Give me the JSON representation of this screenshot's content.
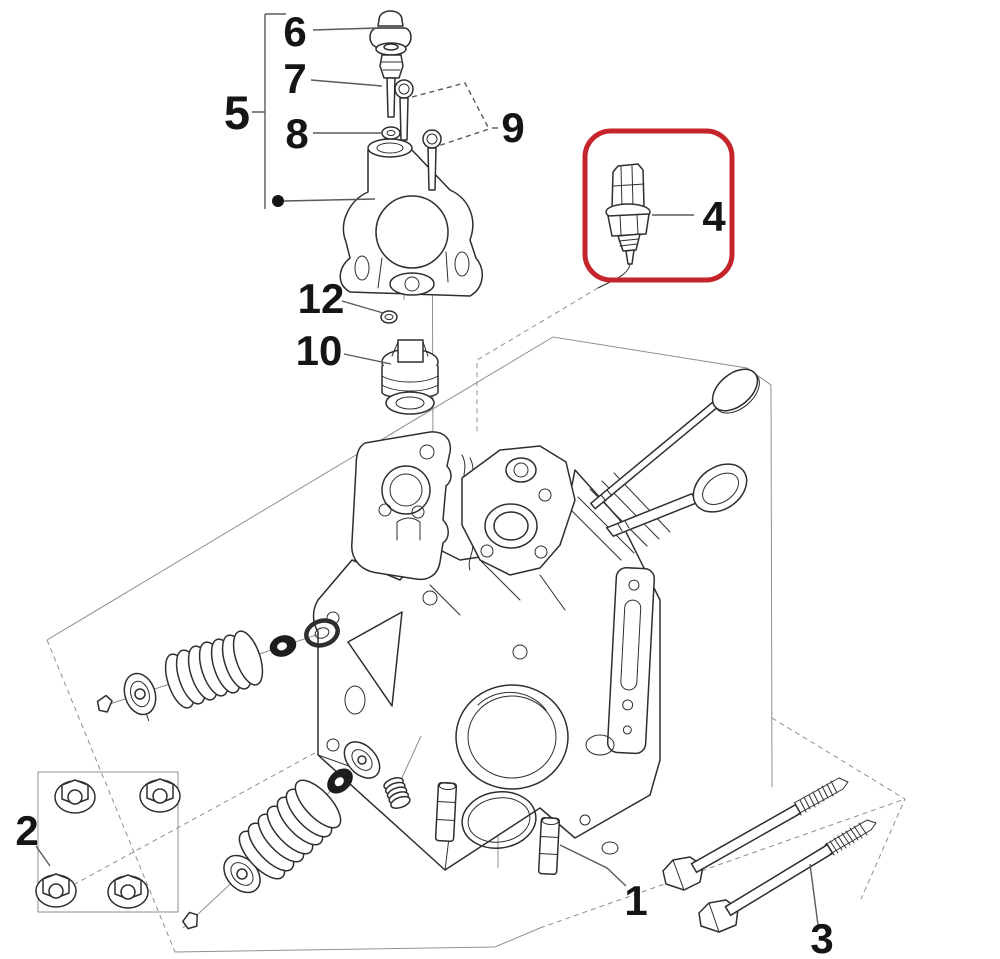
{
  "diagram": {
    "type": "exploded-parts-diagram",
    "subject": "cylinder-head-assembly",
    "background": "#ffffff"
  },
  "colors": {
    "background": "#ffffff",
    "ink": "#2e2e2e",
    "faint": "#8f8f8f",
    "leader": "#5a5a5a",
    "label": "#151515",
    "highlight": "#c5242b"
  },
  "highlight": {
    "highlighted_callout": "4",
    "stroke_width": 5,
    "corner_radius": 26
  },
  "callouts": [
    {
      "label": "1"
    },
    {
      "label": "2"
    },
    {
      "label": "3"
    },
    {
      "label": "4"
    },
    {
      "label": "5"
    },
    {
      "label": "6"
    },
    {
      "label": "7"
    },
    {
      "label": "8"
    },
    {
      "label": "9"
    },
    {
      "label": "10"
    },
    {
      "label": "12"
    }
  ]
}
